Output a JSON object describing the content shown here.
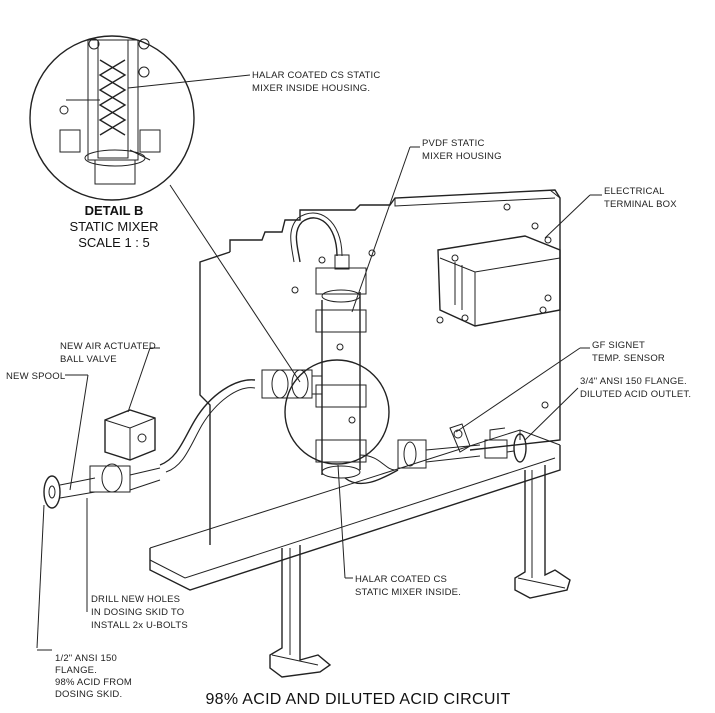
{
  "diagram": {
    "detail": {
      "title": "DETAIL B",
      "subtitle": "STATIC MIXER",
      "scale": "SCALE 1 : 5"
    },
    "callouts": {
      "halar_cs_housing_1": "HALAR COATED CS STATIC",
      "halar_cs_housing_2": "MIXER INSIDE HOUSING.",
      "pvdf_1": "PVDF STATIC",
      "pvdf_2": "MIXER HOUSING",
      "electrical_1": "ELECTRICAL",
      "electrical_2": "TERMINAL BOX",
      "air_valve_1": "NEW AIR ACTUATED",
      "air_valve_2": "BALL VALVE",
      "spool": "NEW SPOOL",
      "gf_1": "GF SIGNET",
      "gf_2": "TEMP. SENSOR",
      "outlet_1": "3/4\" ANSI 150 FLANGE.",
      "outlet_2": "DILUTED ACID OUTLET.",
      "drill_1": "DRILL NEW HOLES",
      "drill_2": "IN DOSING SKID TO",
      "drill_3": "INSTALL 2x U-BOLTS",
      "halar_inside_1": "HALAR COATED CS",
      "halar_inside_2": "STATIC MIXER INSIDE.",
      "inlet_1": "1/2\" ANSI 150",
      "inlet_2": "FLANGE.",
      "inlet_3": "98% ACID FROM",
      "inlet_4": "DOSING SKID."
    },
    "caption": "98% ACID AND DILUTED ACID CIRCUIT"
  }
}
